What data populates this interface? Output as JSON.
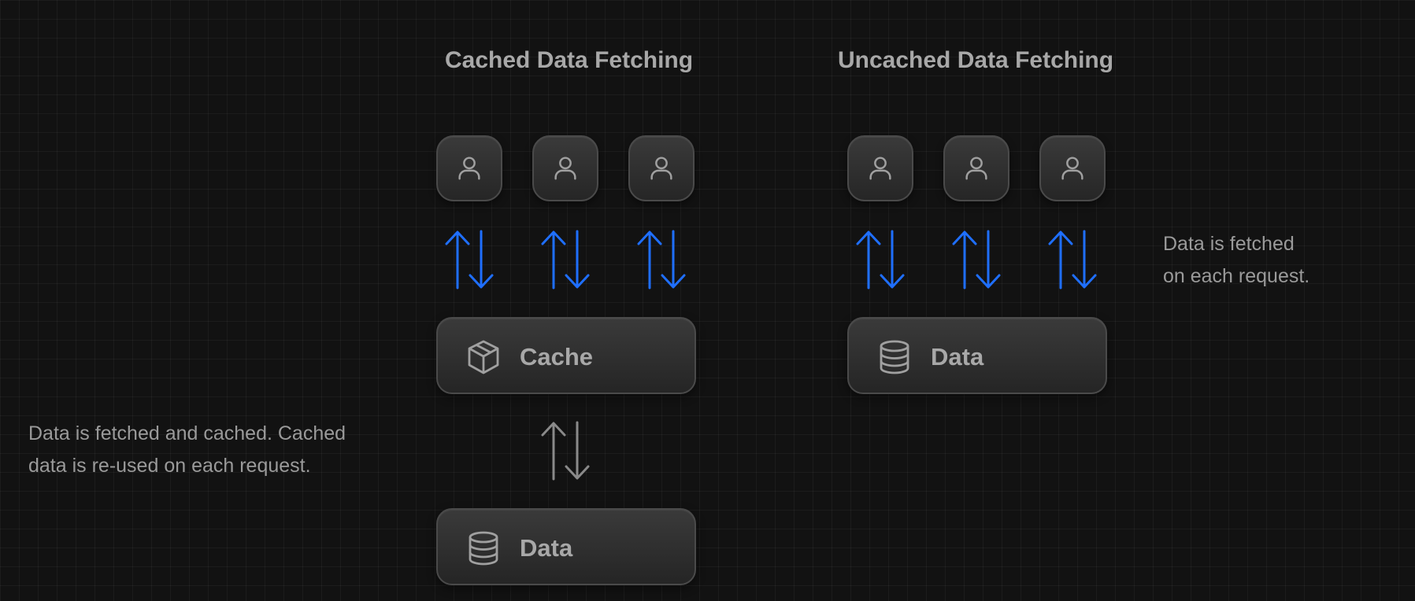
{
  "diagram": {
    "accent_color": "#1f6fff",
    "neutral_arrow_color": "#8a8a8a",
    "cached": {
      "title": "Cached Data Fetching",
      "users": [
        "user-icon",
        "user-icon",
        "user-icon"
      ],
      "cache_box": {
        "label": "Cache",
        "icon": "box-icon"
      },
      "data_box": {
        "label": "Data",
        "icon": "database-icon"
      },
      "note_lines": [
        "Data is fetched and cached. Cached",
        "data is re-used on each request."
      ]
    },
    "uncached": {
      "title": "Uncached Data Fetching",
      "users": [
        "user-icon",
        "user-icon",
        "user-icon"
      ],
      "data_box": {
        "label": "Data",
        "icon": "database-icon"
      },
      "note_lines": [
        "Data is fetched",
        "on each request."
      ]
    }
  }
}
